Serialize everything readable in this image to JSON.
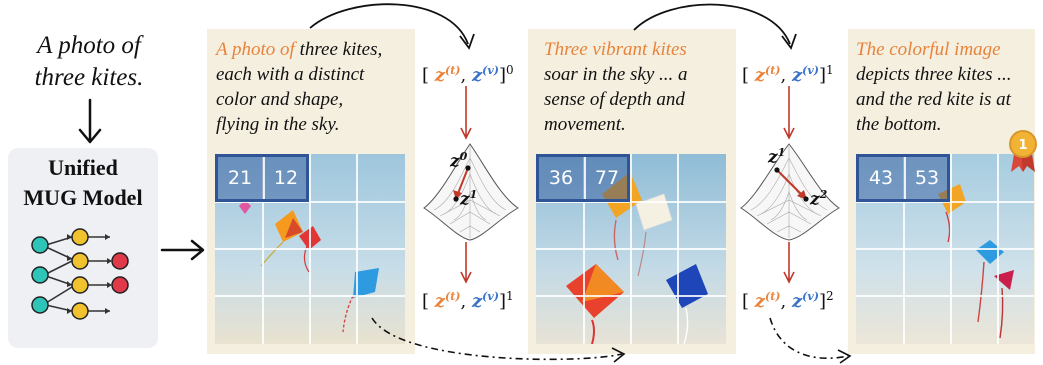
{
  "prompt": {
    "line1": "A photo of",
    "line2": "three kites."
  },
  "model": {
    "title_line1": "Unified",
    "title_line2": "MUG Model"
  },
  "steps": [
    {
      "highlight": "A photo of",
      "text_rest_1": " three kites,",
      "line2": "each with a distinct",
      "line3": "color and shape,",
      "line4": "flying in the sky.",
      "tokens": [
        "21",
        "12"
      ]
    },
    {
      "highlight": "Three vibrant kites",
      "text_rest_1": "",
      "line2": "soar in the sky ... a",
      "line3": "sense of depth and",
      "line4": "movement.",
      "tokens": [
        "36",
        "77"
      ]
    },
    {
      "highlight": "The colorful image",
      "text_rest_1": "",
      "line2": "depicts three kites ...",
      "line3": "and the red kite is at",
      "line4": "the bottom.",
      "tokens": [
        "43",
        "53"
      ]
    }
  ],
  "state_labels": {
    "z_t": "z",
    "z_t_sup": "(t)",
    "z_v": "z",
    "z_v_sup": "(v)",
    "iter_a": [
      "0",
      "1"
    ],
    "iter_b": [
      "1",
      "2"
    ]
  },
  "landscape": {
    "first": {
      "from": "z",
      "from_sup": "0",
      "to": "z",
      "to_sup": "1"
    },
    "second": {
      "from": "z",
      "from_sup": "1",
      "to": "z",
      "to_sup": "2"
    }
  },
  "badge": {
    "rank": "1"
  },
  "colors": {
    "highlight": "#e8833a",
    "text_modality": "#e8833a",
    "visual_modality": "#3a72c9",
    "panel_bg": "#f5efe0",
    "token_box": "#2f5597",
    "down_arrow": "#c0392b",
    "node_teal": "#2fc4b8",
    "node_yellow": "#f2c12e",
    "node_red": "#e0394a"
  }
}
